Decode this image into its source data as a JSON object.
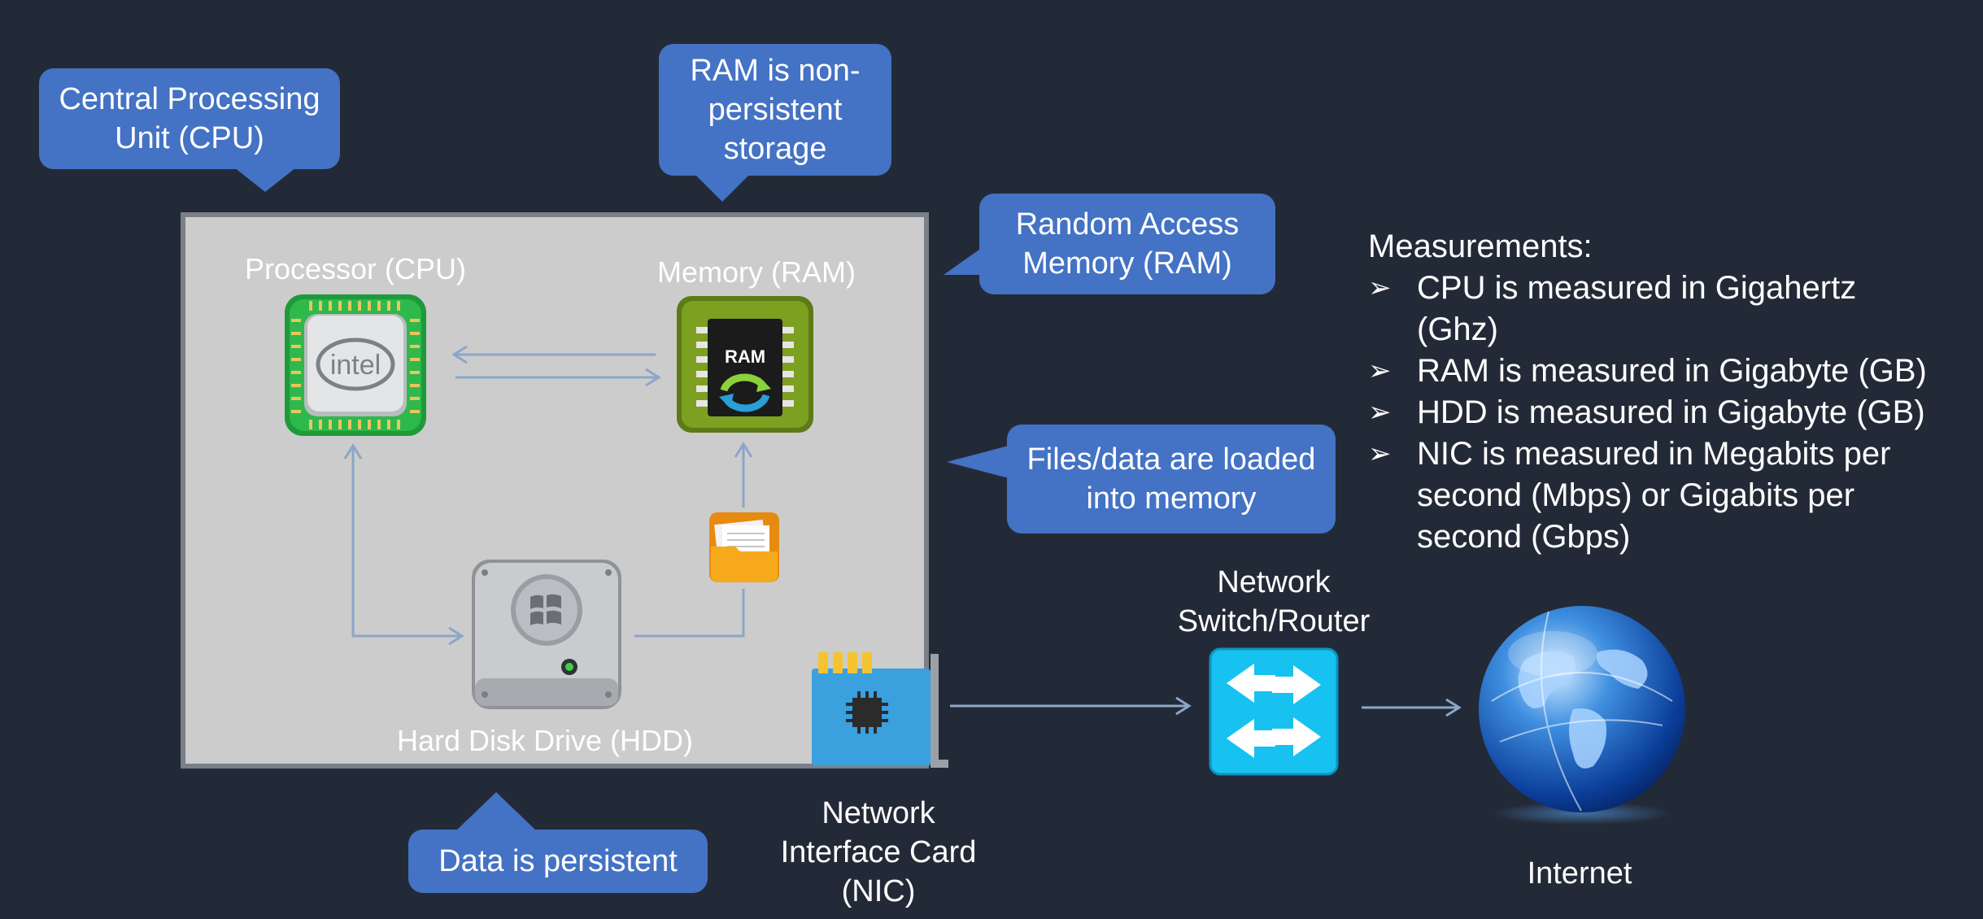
{
  "callouts": {
    "cpu": [
      "Central Processing",
      "Unit (CPU)"
    ],
    "ram_persist": [
      "RAM is non-",
      "persistent",
      "storage"
    ],
    "ram_name": [
      "Random Access",
      "Memory (RAM)"
    ],
    "files": [
      "Files/data are loaded",
      "into memory"
    ],
    "persistent": [
      "Data is persistent"
    ]
  },
  "components": {
    "cpu_label": "Processor (CPU)",
    "cpu_chip_text": "intel",
    "ram_label": "Memory (RAM)",
    "ram_chip_text": "RAM",
    "hdd_label": "Hard Disk Drive (HDD)",
    "nic_label": [
      "Network",
      "Interface Card",
      "(NIC)"
    ],
    "switch_label": [
      "Network",
      "Switch/Router"
    ],
    "internet_label": "Internet"
  },
  "measurements": {
    "title": "Measurements:",
    "bullet": "➢",
    "items": [
      [
        "CPU is measured in Gigahertz",
        "(Ghz)"
      ],
      [
        "RAM is measured in Gigabyte (GB)"
      ],
      [
        "HDD is measured in Gigabyte (GB)"
      ],
      [
        "NIC is measured in Megabits per",
        "second (Mbps) or Gigabits per",
        "second (Gbps)"
      ]
    ]
  },
  "colors": {
    "background": "#232a37",
    "callout": "#4472c4",
    "computer_case": "#cccccc",
    "arrow": "#8ba6c8",
    "switch": "#17c2f0"
  }
}
